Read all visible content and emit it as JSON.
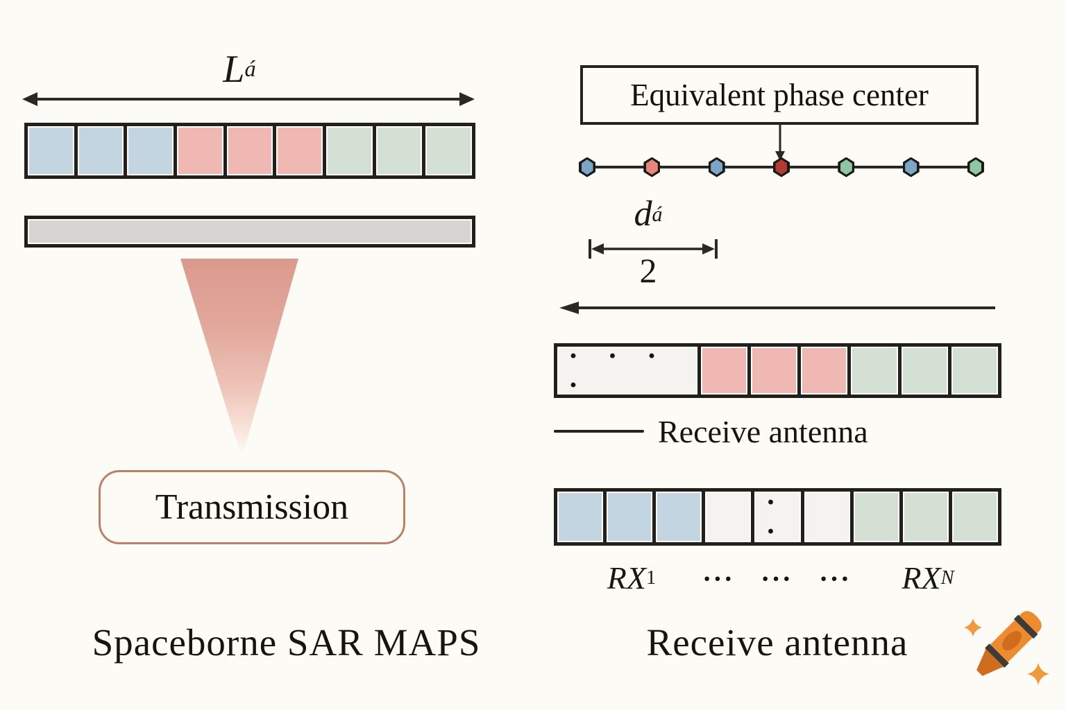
{
  "figure": {
    "left": {
      "aperture_label": {
        "base": "L",
        "sub": "á"
      },
      "tx_array_cells": [
        "blue",
        "blue",
        "blue",
        "pink",
        "pink",
        "pink",
        "green",
        "green",
        "green"
      ],
      "transmission_label": "Transmission",
      "caption": "Spaceborne SAR MAPS"
    },
    "right": {
      "phase_center_box_label": "Equivalent phase center",
      "phase_center_markers": [
        "blue",
        "salmon",
        "blue",
        "darkred",
        "green",
        "blue",
        "green"
      ],
      "spacing_label": {
        "base": "d",
        "sub": "á",
        "denominator": "2"
      },
      "rx_array_top_cells": [
        {
          "cls": "white",
          "span": 3,
          "text": "· · · ·"
        },
        "pink",
        "pink",
        "pink",
        "green",
        "green",
        "green"
      ],
      "legend_label": "Receive antenna",
      "rx_array_bottom_cells": [
        "blue",
        "blue",
        "blue",
        "white",
        {
          "cls": "white",
          "text": "· ·"
        },
        "white",
        "green",
        "green",
        "green"
      ],
      "rx_first_label": {
        "base": "RX",
        "sub": "1"
      },
      "rx_middle_dots": "··· ··· ···",
      "rx_last_label": {
        "base": "RX",
        "sub": "N"
      },
      "caption": "Receive antenna"
    },
    "colors": {
      "background": "#fcfbf5",
      "cell_blue": "#c2d5e1",
      "cell_pink": "#f0b8b2",
      "cell_green": "#d3e0d3",
      "cell_white": "#f4f3ef",
      "gray_bar": "#d6d5d1",
      "bar_border": "#231f1b",
      "marker_blue": "#7ca6c6",
      "marker_salmon": "#e8867d",
      "marker_darkred": "#b23a33",
      "marker_green": "#8fc6a3",
      "beam_pink": "#db998d",
      "transmission_border": "#bd7f68",
      "crayon_orange": "#ee8b31"
    }
  }
}
